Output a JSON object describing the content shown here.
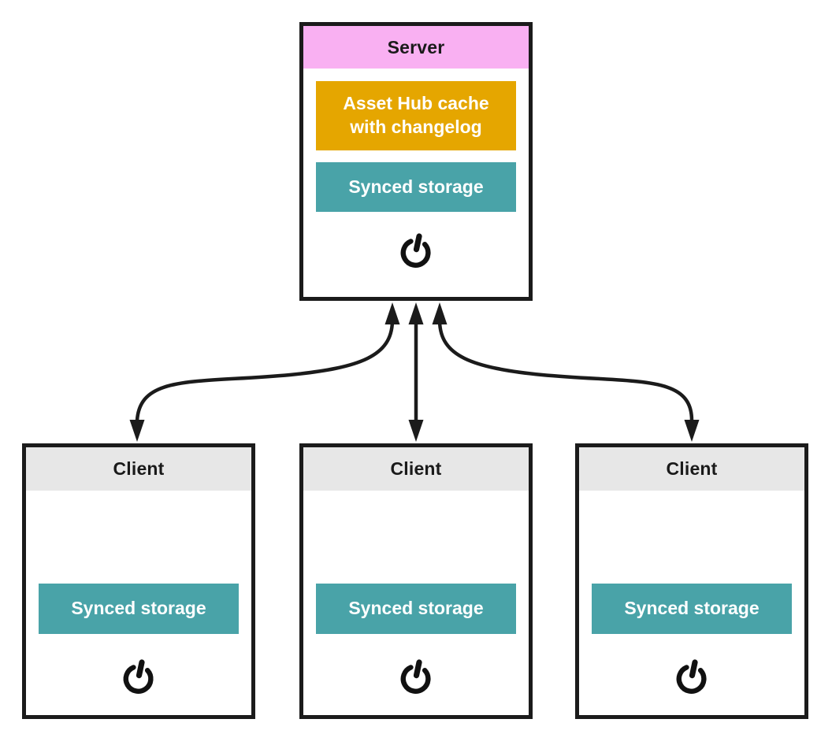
{
  "diagram_type": "architecture",
  "server": {
    "title": "Server",
    "cache_label": "Asset Hub cache with changelog",
    "storage_label": "Synced storage",
    "power_icon": "power-icon"
  },
  "clients": [
    {
      "title": "Client",
      "storage_label": "Synced storage",
      "power_icon": "power-icon"
    },
    {
      "title": "Client",
      "storage_label": "Synced storage",
      "power_icon": "power-icon"
    },
    {
      "title": "Client",
      "storage_label": "Synced storage",
      "power_icon": "power-icon"
    }
  ],
  "connections": [
    {
      "from": "server",
      "to": "client-1",
      "type": "bidirectional-arrow"
    },
    {
      "from": "server",
      "to": "client-2",
      "type": "bidirectional-arrow"
    },
    {
      "from": "server",
      "to": "client-3",
      "type": "bidirectional-arrow"
    }
  ],
  "colors": {
    "server_header": "#f9b0f2",
    "client_header": "#e7e7e7",
    "cache_chip": "#e5a600",
    "storage_chip": "#49a3a8",
    "border": "#1b1b1b",
    "arrow": "#1b1b1b",
    "chip_text": "#ffffff",
    "header_text": "#1a1a1a",
    "background": "#ffffff"
  }
}
